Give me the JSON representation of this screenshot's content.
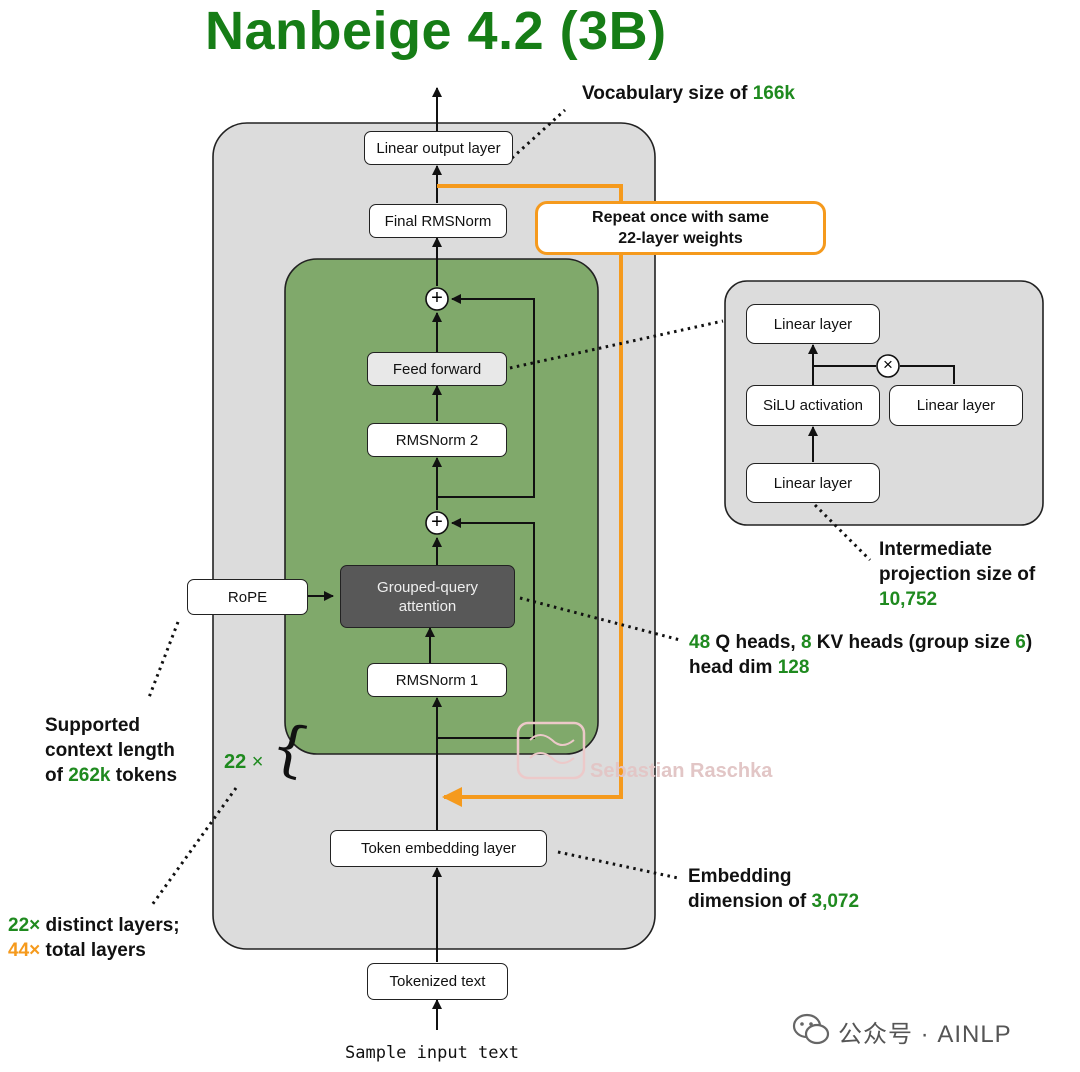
{
  "title": "Nanbeige 4.2 (3B)",
  "blocks": {
    "linear_output": "Linear output layer",
    "final_norm": "Final RMSNorm",
    "feed_forward": "Feed forward",
    "rmsnorm2": "RMSNorm 2",
    "gqa": "Grouped-query attention",
    "rmsnorm1": "RMSNorm 1",
    "rope": "RoPE",
    "token_embedding": "Token embedding layer",
    "tokenized_text": "Tokenized text",
    "sample_input": "Sample input text"
  },
  "repeat_box": {
    "line1": "Repeat once with same",
    "line2": "22-layer weights"
  },
  "ffn_detail": {
    "linear_top": "Linear layer",
    "silu": "SiLU activation",
    "linear_right": "Linear layer",
    "linear_bottom": "Linear layer",
    "multiply_symbol": "×"
  },
  "plus_symbol": "+",
  "annotations": {
    "vocab": {
      "prefix": "Vocabulary size of ",
      "value": "166k"
    },
    "intermediate": {
      "line1": "Intermediate",
      "line2": "projection size of",
      "value": "10,752"
    },
    "heads": {
      "q_value": "48",
      "q_text": " Q heads, ",
      "kv_value": "8",
      "kv_text": " KV heads (group size ",
      "group_value": "6",
      "close": ")",
      "line2_text": "head dim ",
      "head_dim": "128"
    },
    "context": {
      "line1": "Supported",
      "line2": "context length",
      "line3_prefix": "of ",
      "value": "262k",
      "line3_suffix": " tokens"
    },
    "repeat_count": {
      "value": "22",
      "symbol": " ×"
    },
    "layers": {
      "distinct_value": "22×",
      "distinct_text": " distinct layers;",
      "total_value": "44×",
      "total_text": " total layers"
    },
    "embedding": {
      "line1": "Embedding",
      "line2_prefix": "dimension of ",
      "value": "3,072"
    }
  },
  "watermark": "Sebastian Raschka",
  "footer": "公众号 · AINLP",
  "colors": {
    "green_text": "#1f8a1f",
    "orange": "#f59a1d",
    "block_green": "#80a96b",
    "outer_gray": "#dcdcdc"
  }
}
